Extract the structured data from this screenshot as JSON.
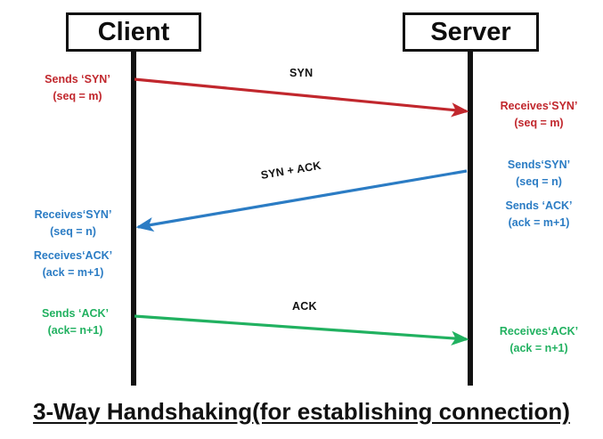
{
  "diagram": {
    "title": "3-Way Handshaking(for establishing connection)",
    "nodes": {
      "client": "Client",
      "server": "Server"
    },
    "colors": {
      "syn": "#c1272d",
      "syn_ack": "#2b7cc4",
      "ack": "#21b160",
      "lifeline": "#111111",
      "text": "#111111"
    },
    "messages": [
      {
        "name": "SYN",
        "label": "SYN",
        "direction": "client-to-server",
        "color": "#c1272d",
        "sender_text_line1": "Sends ‘SYN’",
        "sender_text_line2": "(seq = m)",
        "receiver_text_line1": "Receives‘SYN’",
        "receiver_text_line2": "(seq = m)"
      },
      {
        "name": "SYN + ACK",
        "label": "SYN + ACK",
        "direction": "server-to-client",
        "color": "#2b7cc4",
        "sender_text_line1": "Sends‘SYN’",
        "sender_text_line2": "(seq = n)",
        "sender_text_line3": "Sends ‘ACK’",
        "sender_text_line4": "(ack = m+1)",
        "receiver_text_line1": "Receives‘SYN’",
        "receiver_text_line2": "(seq = n)",
        "receiver_text_line3": "Receives‘ACK’",
        "receiver_text_line4": "(ack = m+1)"
      },
      {
        "name": "ACK",
        "label": "ACK",
        "direction": "client-to-server",
        "color": "#21b160",
        "sender_text_line1": "Sends ‘ACK’",
        "sender_text_line2": "(ack= n+1)",
        "receiver_text_line1": "Receives‘ACK’",
        "receiver_text_line2": "(ack = n+1)"
      }
    ],
    "annotations": {
      "client_syn_send_l1": "Sends ‘SYN’",
      "client_syn_send_l2": "(seq = m)",
      "server_syn_recv_l1": "Receives‘SYN’",
      "server_syn_recv_l2": "(seq = m)",
      "server_synack_send_l1": "Sends‘SYN’",
      "server_synack_send_l2": "(seq = n)",
      "server_synack_send_l3": "Sends ‘ACK’",
      "server_synack_send_l4": "(ack = m+1)",
      "client_synack_recv_l1": "Receives‘SYN’",
      "client_synack_recv_l2": "(seq = n)",
      "client_synack_recv_l3": "Receives‘ACK’",
      "client_synack_recv_l4": "(ack = m+1)",
      "client_ack_send_l1": "Sends ‘ACK’",
      "client_ack_send_l2": "(ack= n+1)",
      "server_ack_recv_l1": "Receives‘ACK’",
      "server_ack_recv_l2": "(ack = n+1)",
      "wire_label_syn": "SYN",
      "wire_label_synack": "SYN + ACK",
      "wire_label_ack": "ACK"
    }
  }
}
